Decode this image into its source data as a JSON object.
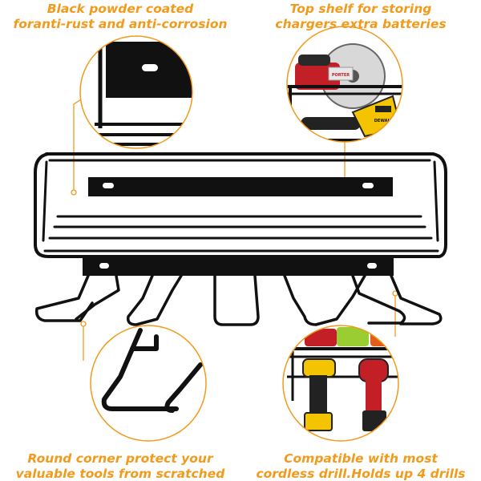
{
  "captions": {
    "top_left": {
      "line1": "Black powder coated",
      "line2": "foranti-rust and anti-corrosion"
    },
    "top_right": {
      "line1": "Top shelf for storing",
      "line2": "chargers extra batteries"
    },
    "bottom_left": {
      "line1": "Round corner protect your",
      "line2": "valuable tools from scratched"
    },
    "bottom_right": {
      "line1": "Compatible with most",
      "line2": "cordless drill.Holds up 4 drills"
    }
  },
  "tool_brand_labels": {
    "saw_brand": "PORTER",
    "blower_brand": "DEWALT"
  },
  "colors": {
    "caption_text": "#f29a1c",
    "callout_line": "#f29a1c",
    "rack_metal": "#111111",
    "background": "#ffffff"
  },
  "icons": {
    "zoom_powder_coat": "rack-bracket-closeup",
    "zoom_top_shelf": "tools-on-shelf-closeup",
    "zoom_round_corner": "rounded-hook-closeup",
    "zoom_drills": "drills-hanging-closeup"
  }
}
